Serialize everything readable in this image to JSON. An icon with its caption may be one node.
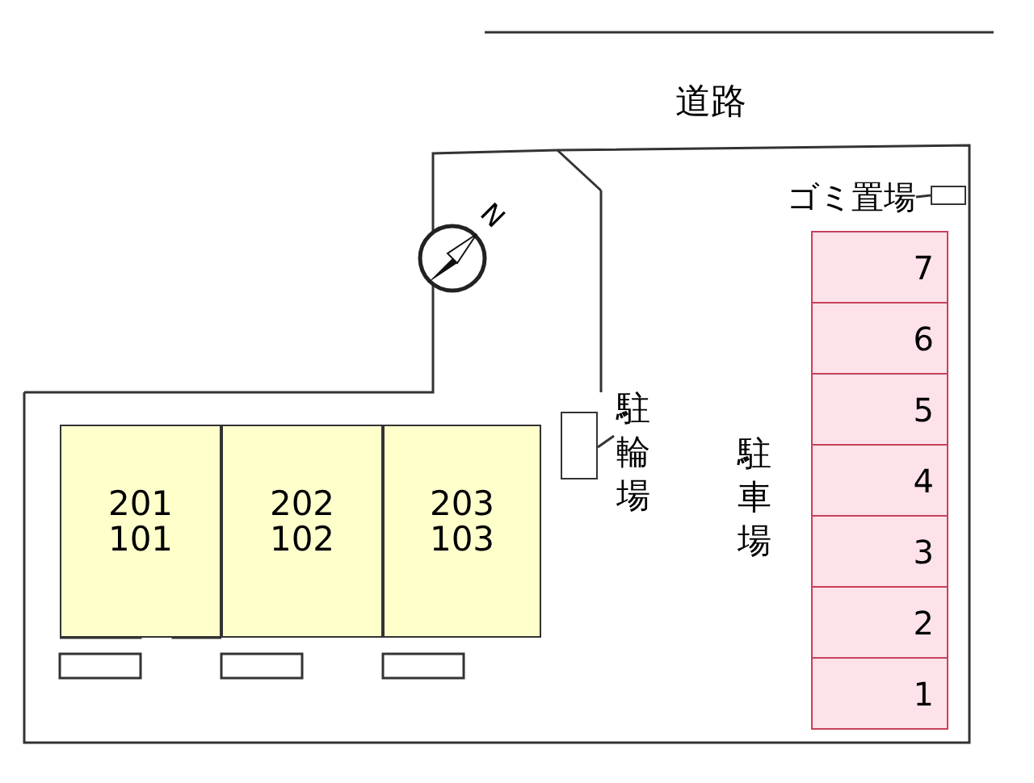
{
  "diagram": {
    "nodes": [
      {
        "text": [
          "201",
          "101"
        ]
      },
      {
        "text": [
          "202",
          "102"
        ]
      },
      {
        "text": [
          "203",
          "103"
        ]
      },
      {
        "text": [
          "駐輪場"
        ]
      },
      {
        "text": [],
        "shape": "box"
      },
      {
        "text": [
          "ゴミ置場"
        ]
      },
      {
        "text": [],
        "shape": "box"
      },
      {
        "text": [
          "7"
        ]
      },
      {
        "text": [
          "6"
        ]
      },
      {
        "text": [
          "5"
        ]
      },
      {
        "text": [
          "4"
        ]
      },
      {
        "text": [
          "3"
        ]
      },
      {
        "text": [
          "2"
        ]
      },
      {
        "text": [
          "1"
        ]
      }
    ],
    "edges": [
      {
        "from": 3,
        "to": 4,
        "arrow": "none"
      },
      {
        "from": 5,
        "to": 6,
        "arrow": "none"
      }
    ],
    "labels": [
      "道路",
      "N",
      "駐車場"
    ]
  }
}
